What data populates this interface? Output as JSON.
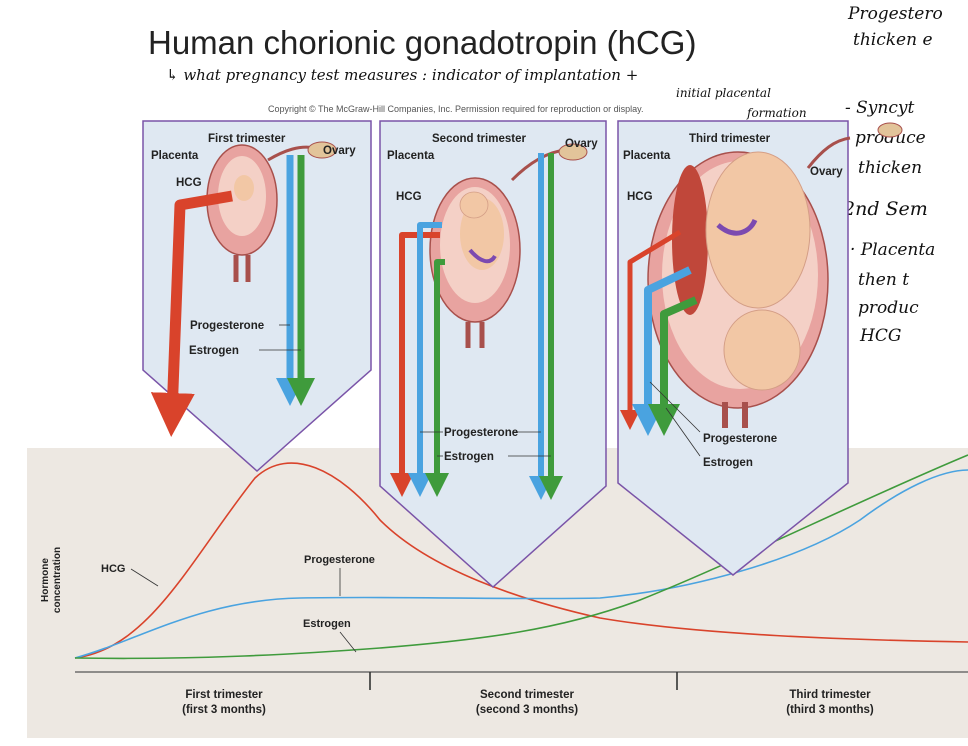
{
  "title": "Human chorionic gonadotropin (hCG)",
  "copyright": "Copyright © The McGraw-Hill Companies, Inc. Permission required for reproduction or display.",
  "annotations": {
    "under_title_1": "↳ what pregnancy test measures : indicator of implantation +",
    "under_title_2": "initial placental",
    "under_title_3": "formation",
    "side_1": "Progestero",
    "side_2": "thicken e",
    "side_3": "- Syncyt",
    "side_4": "produce",
    "side_5": "thicken",
    "side_6": "2nd Sem",
    "side_7": "· Placenta",
    "side_8": "then t",
    "side_9": "produc",
    "side_10": "HCG"
  },
  "panels": {
    "first": {
      "trimester": "First trimester",
      "placenta": "Placenta",
      "ovary": "Ovary",
      "hcg": "HCG",
      "progesterone": "Progesterone",
      "estrogen": "Estrogen"
    },
    "second": {
      "trimester": "Second trimester",
      "placenta": "Placenta",
      "ovary": "Ovary",
      "hcg": "HCG",
      "progesterone": "Progesterone",
      "estrogen": "Estrogen"
    },
    "third": {
      "trimester": "Third trimester",
      "placenta": "Placenta",
      "ovary": "Ovary",
      "hcg": "HCG",
      "progesterone": "Progesterone",
      "estrogen": "Estrogen"
    }
  },
  "graph": {
    "ylabel_1": "Hormone",
    "ylabel_2": "concentration",
    "hcg_label": "HCG",
    "progesterone_label": "Progesterone",
    "estrogen_label": "Estrogen",
    "periods": [
      {
        "name": "First trimester",
        "detail": "(first 3 months)"
      },
      {
        "name": "Second trimester",
        "detail": "(second 3 months)"
      },
      {
        "name": "Third trimester",
        "detail": "(third 3 months)"
      }
    ]
  },
  "colors": {
    "hcg": "#d9432b",
    "progesterone": "#4aa3e0",
    "estrogen": "#3f9b3c",
    "panel_border": "#7a54a8",
    "panel_fill": "#dfe8f2",
    "graph_bg": "#ede8e2"
  }
}
